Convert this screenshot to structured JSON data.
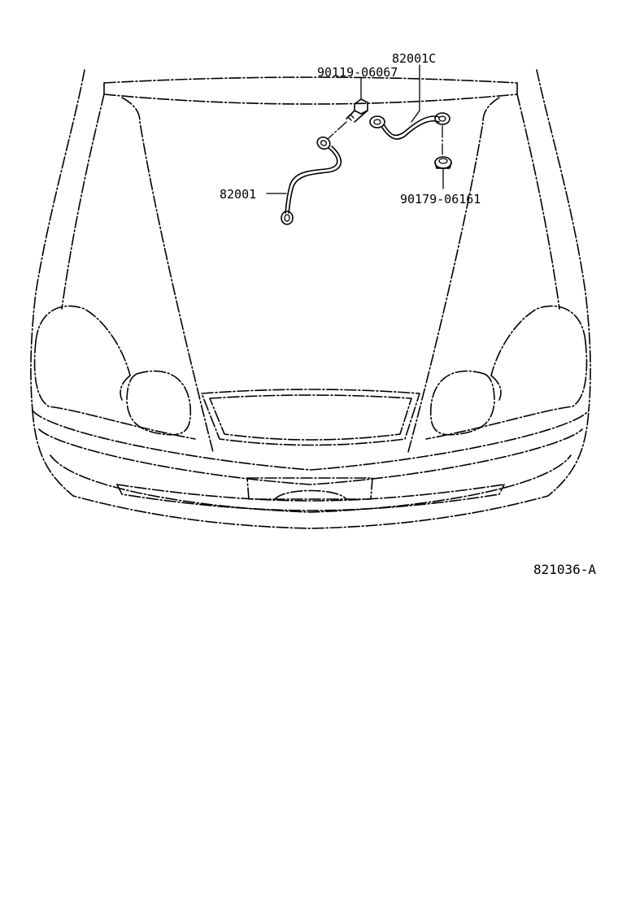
{
  "labels": {
    "part_82001C": "82001C",
    "part_90119": "90119-06067",
    "part_82001": "82001",
    "part_90179": "90179-06161"
  },
  "reference": "821036-A"
}
